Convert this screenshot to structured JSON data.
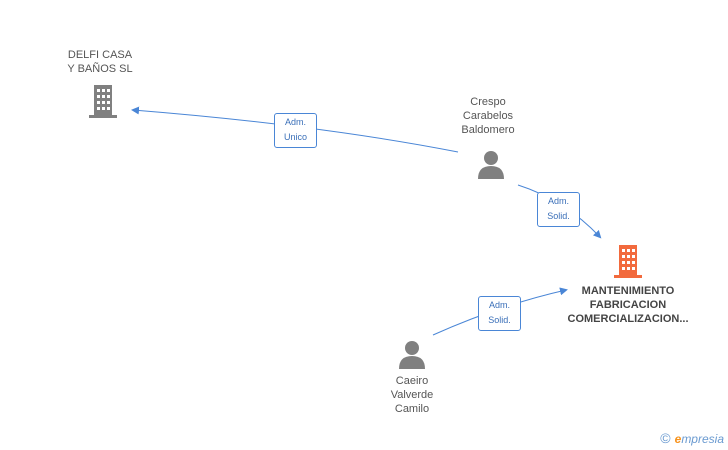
{
  "nodes": {
    "delfi": {
      "lines": [
        "DELFI CASA",
        "Y BAÑOS SL"
      ]
    },
    "crespo": {
      "lines": [
        "Crespo",
        "Carabelos",
        "Baldomero"
      ]
    },
    "mantenimiento": {
      "lines": [
        "MANTENIMIENTO",
        "FABRICACION",
        "COMERCIALIZACION..."
      ]
    },
    "caeiro": {
      "lines": [
        "Caeiro",
        "Valverde",
        "Camilo"
      ]
    }
  },
  "edges": {
    "crespo_delfi": {
      "lines": [
        "Adm.",
        "Unico"
      ]
    },
    "crespo_mant": {
      "lines": [
        "Adm.",
        "Solid."
      ]
    },
    "caeiro_mant": {
      "lines": [
        "Adm.",
        "Solid."
      ]
    }
  },
  "colors": {
    "company": "#808080",
    "company_main": "#f26a3d",
    "person": "#808080",
    "edge": "#4a86d6"
  },
  "footer": {
    "copyright": "©",
    "brand_e": "e",
    "brand_rest": "mpresia"
  }
}
